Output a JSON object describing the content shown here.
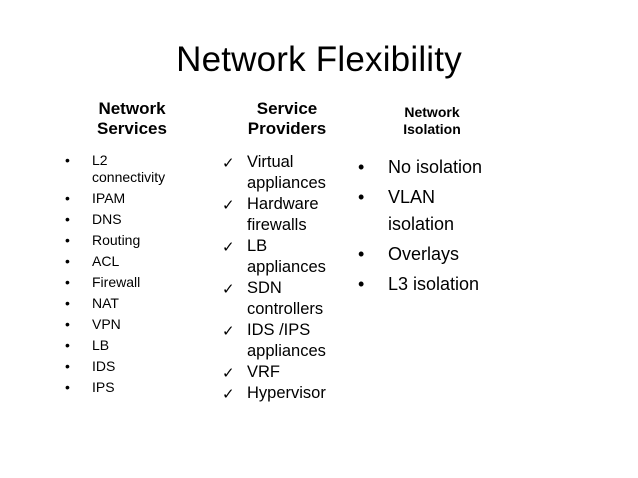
{
  "slide": {
    "title": "Network Flexibility"
  },
  "columns": {
    "network_services": {
      "header": [
        "Network",
        "Services"
      ],
      "bullet": "•",
      "items": [
        "L2 connectivity",
        "IPAM",
        "DNS",
        "Routing",
        "ACL",
        "Firewall",
        "NAT",
        "VPN",
        "LB",
        "IDS",
        "IPS"
      ]
    },
    "service_providers": {
      "header": [
        "Service",
        "Providers"
      ],
      "bullet": "✓",
      "items": [
        "Virtual appliances",
        "Hardware firewalls",
        "LB appliances",
        "SDN controllers",
        "IDS /IPS appliances",
        "VRF",
        "Hypervisor"
      ]
    },
    "network_isolation": {
      "header": [
        "Network",
        "Isolation"
      ],
      "bullet": "•",
      "items": [
        "No isolation",
        "VLAN isolation",
        "Overlays",
        "L3 isolation"
      ]
    }
  }
}
